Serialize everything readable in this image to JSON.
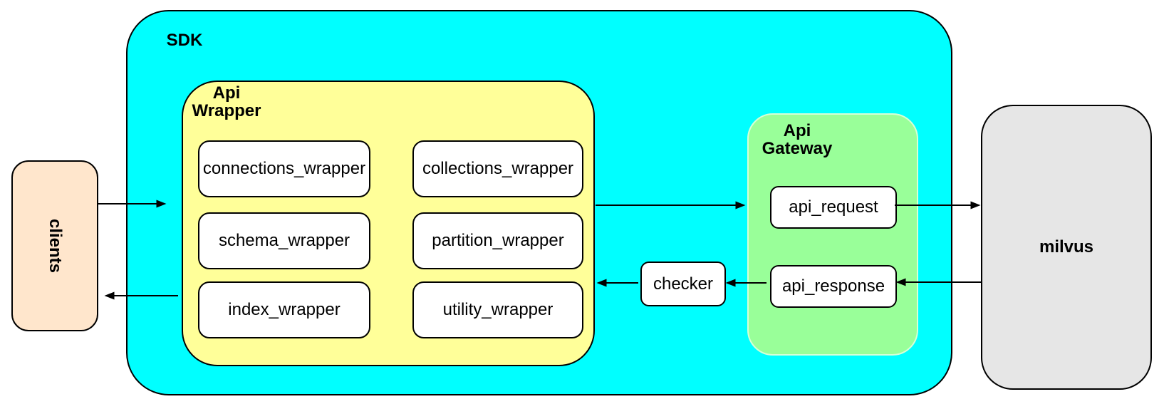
{
  "diagram": {
    "clients_label": "clients",
    "sdk_label": "SDK",
    "api_wrapper": {
      "title": "Api Wrapper",
      "boxes": [
        "connections_wrapper",
        "collections_wrapper",
        "schema_wrapper",
        "partition_wrapper",
        "index_wrapper",
        "utility_wrapper"
      ]
    },
    "checker_label": "checker",
    "api_gateway": {
      "title": "Api Gateway",
      "boxes": [
        "api_request",
        "api_response"
      ]
    },
    "milvus_label": "milvus"
  },
  "colors": {
    "sdk": "#00ffff",
    "api_wrapper": "#ffff99",
    "api_gateway": "#99ff99",
    "gateway_rim": "#d6ffd6",
    "clients": "#ffe6cc",
    "milvus": "#e6e6e6",
    "node": "#ffffff",
    "border": "#000000",
    "arrow": "#000000"
  }
}
